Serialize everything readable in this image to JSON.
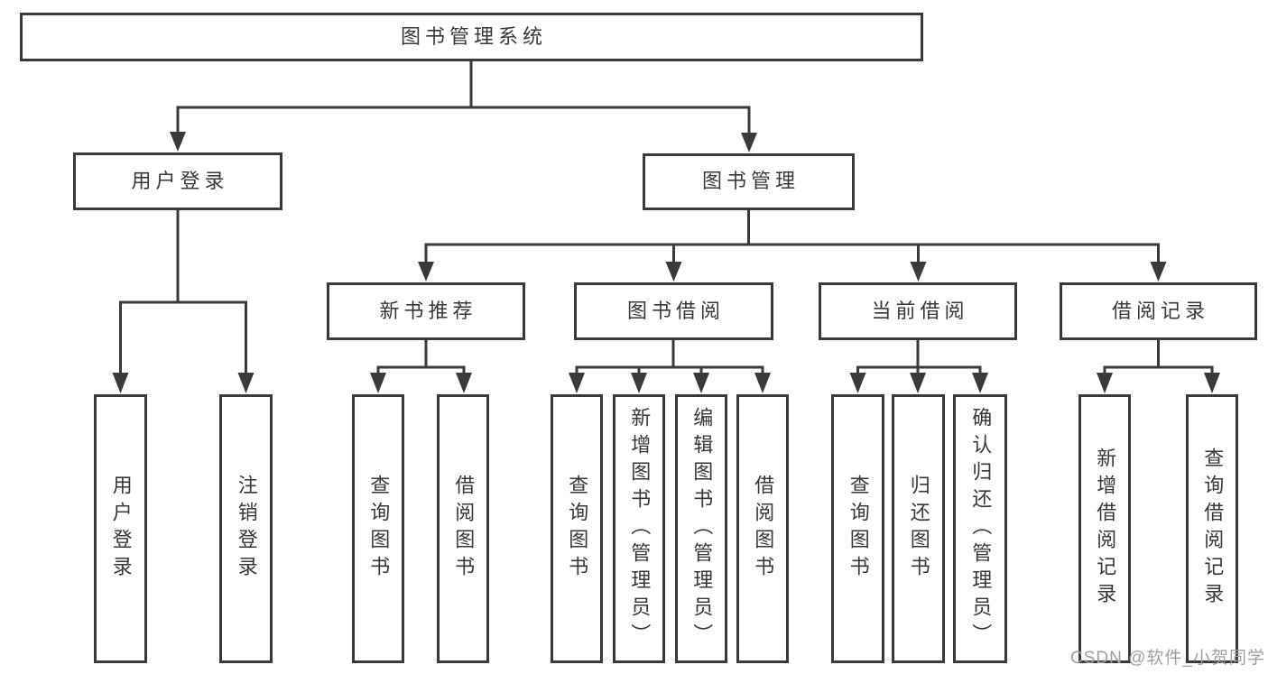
{
  "diagram": {
    "root": {
      "label": "图书管理系统",
      "children": [
        {
          "label": "用户登录",
          "children": [
            {
              "label": "用户登录"
            },
            {
              "label": "注销登录"
            }
          ]
        },
        {
          "label": "图书管理",
          "children": [
            {
              "label": "新书推荐",
              "children": [
                {
                  "label": "查询图书"
                },
                {
                  "label": "借阅图书"
                }
              ]
            },
            {
              "label": "图书借阅",
              "children": [
                {
                  "label": "查询图书"
                },
                {
                  "label": "新增图书（管理员）"
                },
                {
                  "label": "编辑图书（管理员）"
                },
                {
                  "label": "借阅图书"
                }
              ]
            },
            {
              "label": "当前借阅",
              "children": [
                {
                  "label": "查询图书"
                },
                {
                  "label": "归还图书"
                },
                {
                  "label": "确认归还（管理员）"
                }
              ]
            },
            {
              "label": "借阅记录",
              "children": [
                {
                  "label": "新增借阅记录"
                },
                {
                  "label": "查询借阅记录"
                }
              ]
            }
          ]
        }
      ]
    },
    "watermark": "CSDN @软件_小贺同学",
    "colors": {
      "line": "#3a3a3a",
      "text": "#383838",
      "background": "#ffffff",
      "watermark": "#9ea0a2"
    }
  }
}
